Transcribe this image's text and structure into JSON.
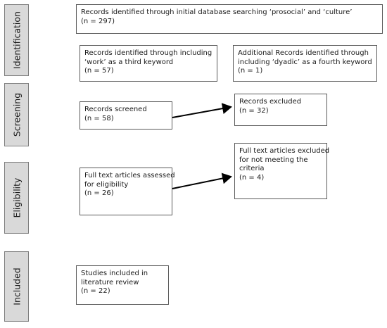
{
  "stages": [
    {
      "id": "identification",
      "label": "Identification"
    },
    {
      "id": "screening",
      "label": "Screening"
    },
    {
      "id": "eligibility",
      "label": "Eligibility"
    },
    {
      "id": "included",
      "label": "Included"
    }
  ],
  "boxes": {
    "initial_search": {
      "lines": [
        "Records identified through initial database searching ‘prosocial’ and ‘culture’",
        "(n = 297)"
      ]
    },
    "work_keyword": {
      "lines": [
        "Records identified through including",
        "‘work’ as a third keyword",
        "(n = 57)"
      ]
    },
    "dyadic_keyword": {
      "lines": [
        "Additional Records identified through",
        "including ‘dyadic’ as a fourth keyword",
        "(n = 1)"
      ]
    },
    "screened": {
      "lines": [
        "Records screened",
        "(n = 58)"
      ]
    },
    "excluded": {
      "lines": [
        "Records excluded",
        "(n = 32)"
      ]
    },
    "fulltext_assessed": {
      "lines": [
        "Full text articles assessed",
        "for eligibility",
        "(n = 26)"
      ]
    },
    "fulltext_excluded": {
      "lines": [
        "Full text articles excluded",
        "for not meeting the",
        "criteria",
        "(n = 4)"
      ]
    },
    "included_studies": {
      "lines": [
        "Studies included in",
        "literature review",
        "(n = 22)"
      ]
    }
  },
  "colors": {
    "stage_fill": "#d9d9d9",
    "box_border": "#5a5a5a",
    "arrow": "#000000"
  }
}
